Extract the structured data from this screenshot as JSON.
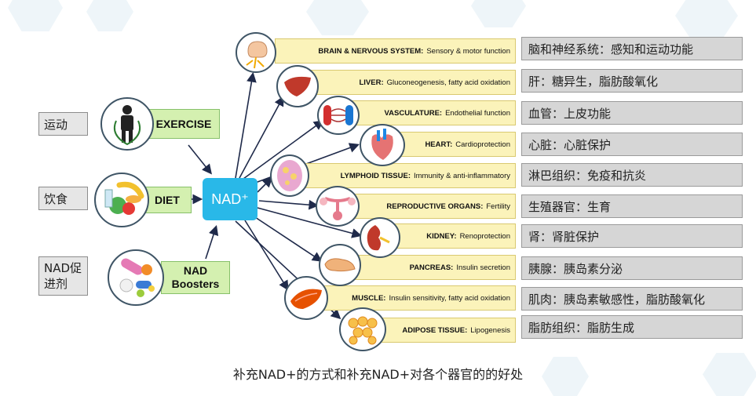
{
  "inputs": [
    {
      "cn": "运动",
      "en": "EXERCISE"
    },
    {
      "cn": "饮食",
      "en": "DIET"
    },
    {
      "cn_line1": "NAD促",
      "cn_line2": "进剂",
      "en_line1": "NAD",
      "en_line2": "Boosters"
    }
  ],
  "hub": {
    "label": "NAD⁺"
  },
  "organs": [
    {
      "name": "BRAIN & NERVOUS SYSTEM:",
      "desc": "Sensory & motor function",
      "cn": "脑和神经系统：感知和运动功能"
    },
    {
      "name": "LIVER:",
      "desc": "Gluconeogenesis, fatty acid oxidation",
      "cn": "肝：糖异生，脂肪酸氧化"
    },
    {
      "name": "VASCULATURE:",
      "desc": "Endothelial function",
      "cn": "血管：上皮功能"
    },
    {
      "name": "HEART:",
      "desc": "Cardioprotection",
      "cn": "心脏：心脏保护"
    },
    {
      "name": "LYMPHOID TISSUE:",
      "desc": "Immunity & anti-inflammatory",
      "cn": "淋巴组织：免疫和抗炎"
    },
    {
      "name": "REPRODUCTIVE ORGANS:",
      "desc": "Fertility",
      "cn": "生殖器官：生育"
    },
    {
      "name": "KIDNEY:",
      "desc": "Renoprotection",
      "cn": "肾：肾脏保护"
    },
    {
      "name": "PANCREAS:",
      "desc": "Insulin secretion",
      "cn": "胰腺：胰岛素分泌"
    },
    {
      "name": "MUSCLE:",
      "desc": "Insulin sensitivity, fatty acid oxidation",
      "cn": "肌肉：胰岛素敏感性，脂肪酸氧化"
    },
    {
      "name": "ADIPOSE TISSUE:",
      "desc": "Lipogenesis",
      "cn": "脂肪组织：脂肪生成"
    }
  ],
  "icons": [
    "brain-icon",
    "liver-icon",
    "vasculature-icon",
    "heart-icon",
    "lymphoid-icon",
    "reproductive-icon",
    "kidney-icon",
    "pancreas-icon",
    "muscle-icon",
    "adipose-icon"
  ],
  "caption": "补充NAD+的方式和补充NAD+对各个器官的的好处"
}
